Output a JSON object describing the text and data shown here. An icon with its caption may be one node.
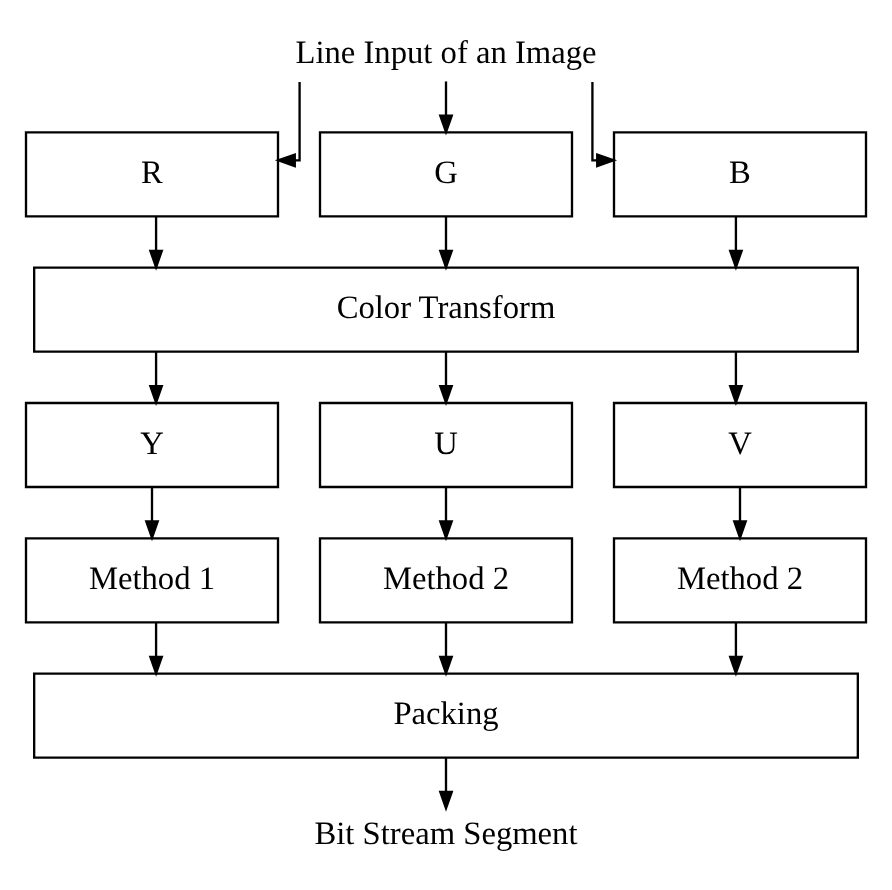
{
  "diagram": {
    "nodes": [
      {
        "text": [
          "Line Input of an Image"
        ]
      },
      {
        "text": [
          "R"
        ]
      },
      {
        "text": [
          "G"
        ]
      },
      {
        "text": [
          "B"
        ]
      },
      {
        "text": [
          "Color Transform"
        ]
      },
      {
        "text": [
          "Y"
        ]
      },
      {
        "text": [
          "U"
        ]
      },
      {
        "text": [
          "V"
        ]
      },
      {
        "text": [
          "Method 1"
        ]
      },
      {
        "text": [
          "Method 2"
        ]
      },
      {
        "text": [
          "Method 2"
        ]
      },
      {
        "text": [
          "Packing"
        ]
      },
      {
        "text": [
          "Bit Stream Segment"
        ]
      }
    ],
    "edges": [
      {
        "from": 0,
        "to": 1,
        "arrow": "to"
      },
      {
        "from": 0,
        "to": 2,
        "arrow": "to"
      },
      {
        "from": 0,
        "to": 3,
        "arrow": "to"
      },
      {
        "from": 1,
        "to": 4,
        "arrow": "to"
      },
      {
        "from": 2,
        "to": 4,
        "arrow": "to"
      },
      {
        "from": 3,
        "to": 4,
        "arrow": "to"
      },
      {
        "from": 4,
        "to": 5,
        "arrow": "to"
      },
      {
        "from": 4,
        "to": 6,
        "arrow": "to"
      },
      {
        "from": 4,
        "to": 7,
        "arrow": "to"
      },
      {
        "from": 5,
        "to": 8,
        "arrow": "to"
      },
      {
        "from": 6,
        "to": 9,
        "arrow": "to"
      },
      {
        "from": 7,
        "to": 10,
        "arrow": "to"
      },
      {
        "from": 8,
        "to": 11,
        "arrow": "to"
      },
      {
        "from": 9,
        "to": 11,
        "arrow": "to"
      },
      {
        "from": 10,
        "to": 11,
        "arrow": "to"
      },
      {
        "from": 11,
        "to": 12,
        "arrow": "to"
      }
    ]
  }
}
